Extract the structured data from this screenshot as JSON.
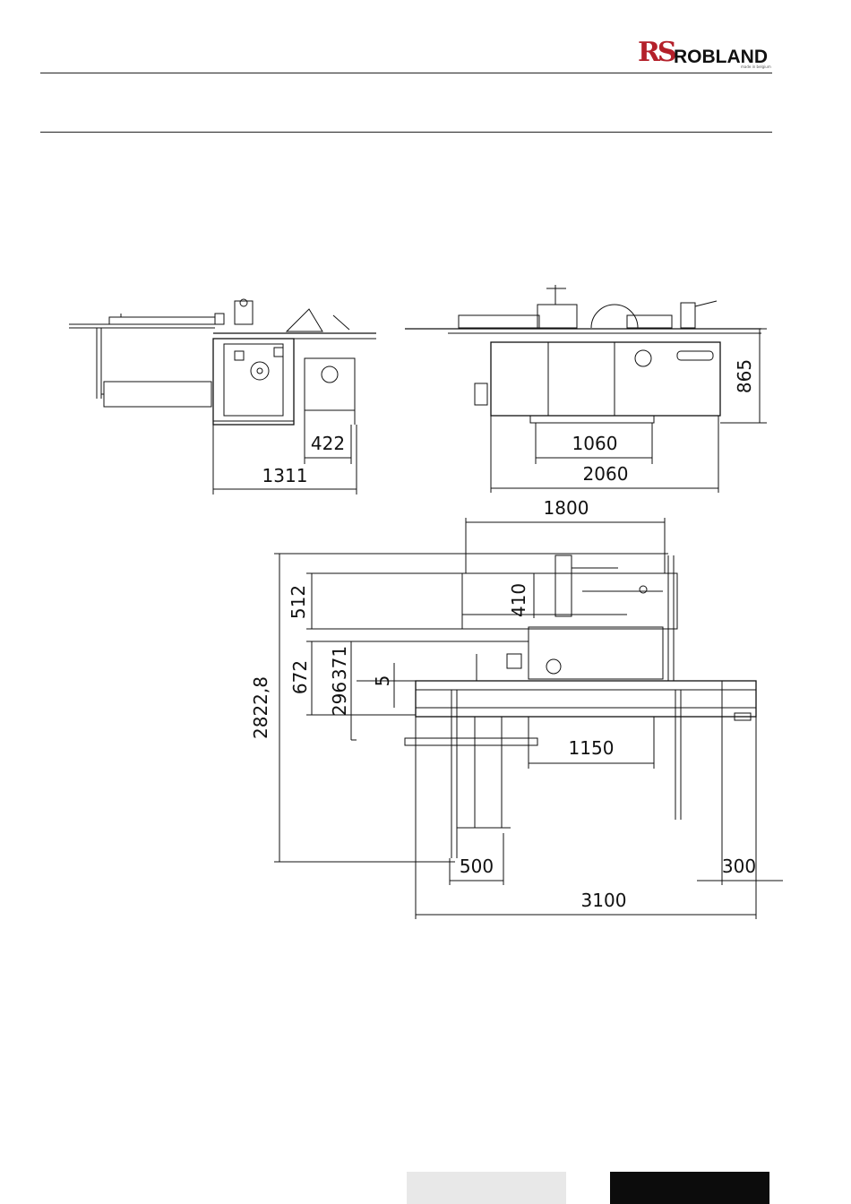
{
  "header": {
    "logo_mark": "RS",
    "brand": "ROBLAND",
    "tagline": "made in belgium"
  },
  "dimensions": {
    "side_width_total": "1311",
    "side_width_part": "422",
    "front_height": "865",
    "front_inner": "1060",
    "front_total": "2060",
    "top_width": "1800",
    "top_512": "512",
    "top_410": "410",
    "top_672": "672",
    "top_371": "371",
    "top_296": "296",
    "top_5": "5",
    "top_2822": "2822,8",
    "top_1150": "1150",
    "top_500": "500",
    "top_300": "300",
    "top_3100": "3100"
  },
  "colors": {
    "brand_red": "#b4202a",
    "line": "#111111"
  }
}
